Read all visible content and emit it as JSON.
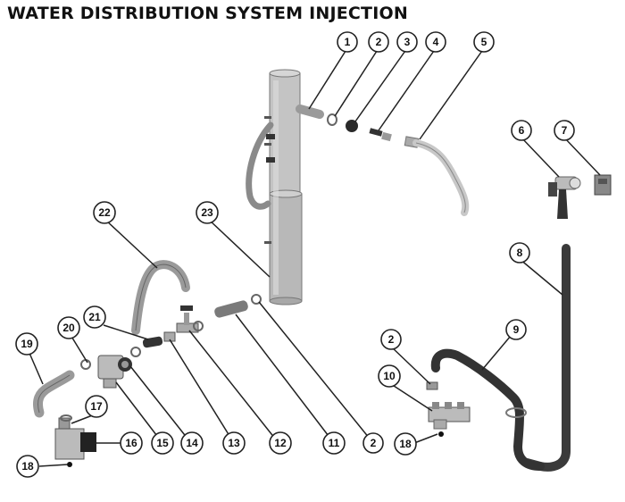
{
  "title": "WATER DISTRIBUTION SYSTEM INJECTION",
  "callouts": [
    {
      "id": "c1",
      "label": "1"
    },
    {
      "id": "c2a",
      "label": "2"
    },
    {
      "id": "c3",
      "label": "3"
    },
    {
      "id": "c4",
      "label": "4"
    },
    {
      "id": "c5",
      "label": "5"
    },
    {
      "id": "c6",
      "label": "6"
    },
    {
      "id": "c7",
      "label": "7"
    },
    {
      "id": "c8",
      "label": "8"
    },
    {
      "id": "c22",
      "label": "22"
    },
    {
      "id": "c23",
      "label": "23"
    },
    {
      "id": "c2b",
      "label": "2"
    },
    {
      "id": "c9",
      "label": "9"
    },
    {
      "id": "c10",
      "label": "10"
    },
    {
      "id": "c18a",
      "label": "18"
    },
    {
      "id": "c19",
      "label": "19"
    },
    {
      "id": "c20",
      "label": "20"
    },
    {
      "id": "c21",
      "label": "21"
    },
    {
      "id": "c17",
      "label": "17"
    },
    {
      "id": "c16",
      "label": "16"
    },
    {
      "id": "c15",
      "label": "15"
    },
    {
      "id": "c14",
      "label": "14"
    },
    {
      "id": "c13",
      "label": "13"
    },
    {
      "id": "c12",
      "label": "12"
    },
    {
      "id": "c11",
      "label": "11"
    },
    {
      "id": "c2c",
      "label": "2"
    },
    {
      "id": "c18b",
      "label": "18"
    }
  ],
  "colors": {
    "part_fill": "#bdbdbd",
    "part_dark": "#3a3a3a",
    "line": "#222222",
    "outline": "#555555"
  }
}
